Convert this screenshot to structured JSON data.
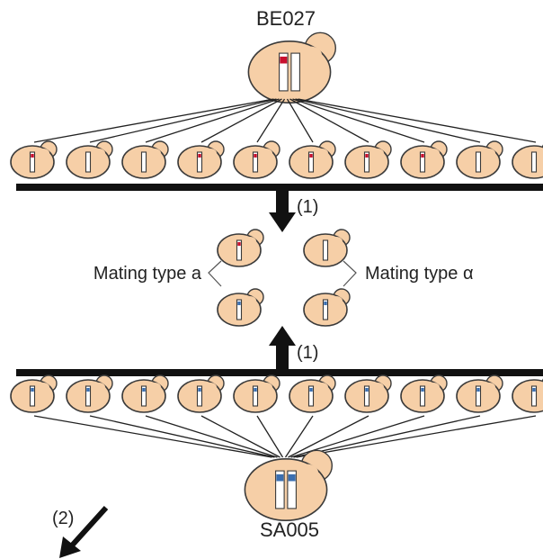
{
  "diagram": {
    "top_strain": "BE027",
    "bottom_strain": "SA005",
    "step1_label": "(1)",
    "step2_label": "(2)",
    "mating_a_label": "Mating type a",
    "mating_alpha_label": "Mating type α"
  },
  "colors": {
    "cell_fill": "#f6cfa7",
    "outline": "#3a3a3a",
    "red_marker": "#c8102e",
    "blue_marker": "#3b6fb0",
    "bar": "#111111"
  },
  "top_row_markers": [
    "red",
    "none",
    "none",
    "red",
    "red",
    "red",
    "red",
    "red",
    "none",
    "none"
  ],
  "bottom_row_markers": [
    "blue",
    "blue",
    "blue",
    "blue",
    "blue",
    "blue",
    "blue",
    "blue",
    "blue",
    "blue"
  ],
  "middle_cells": [
    {
      "side": "a",
      "marker": "red"
    },
    {
      "side": "alpha",
      "marker": "none"
    },
    {
      "side": "a",
      "marker": "blue"
    },
    {
      "side": "alpha",
      "marker": "blue"
    }
  ]
}
